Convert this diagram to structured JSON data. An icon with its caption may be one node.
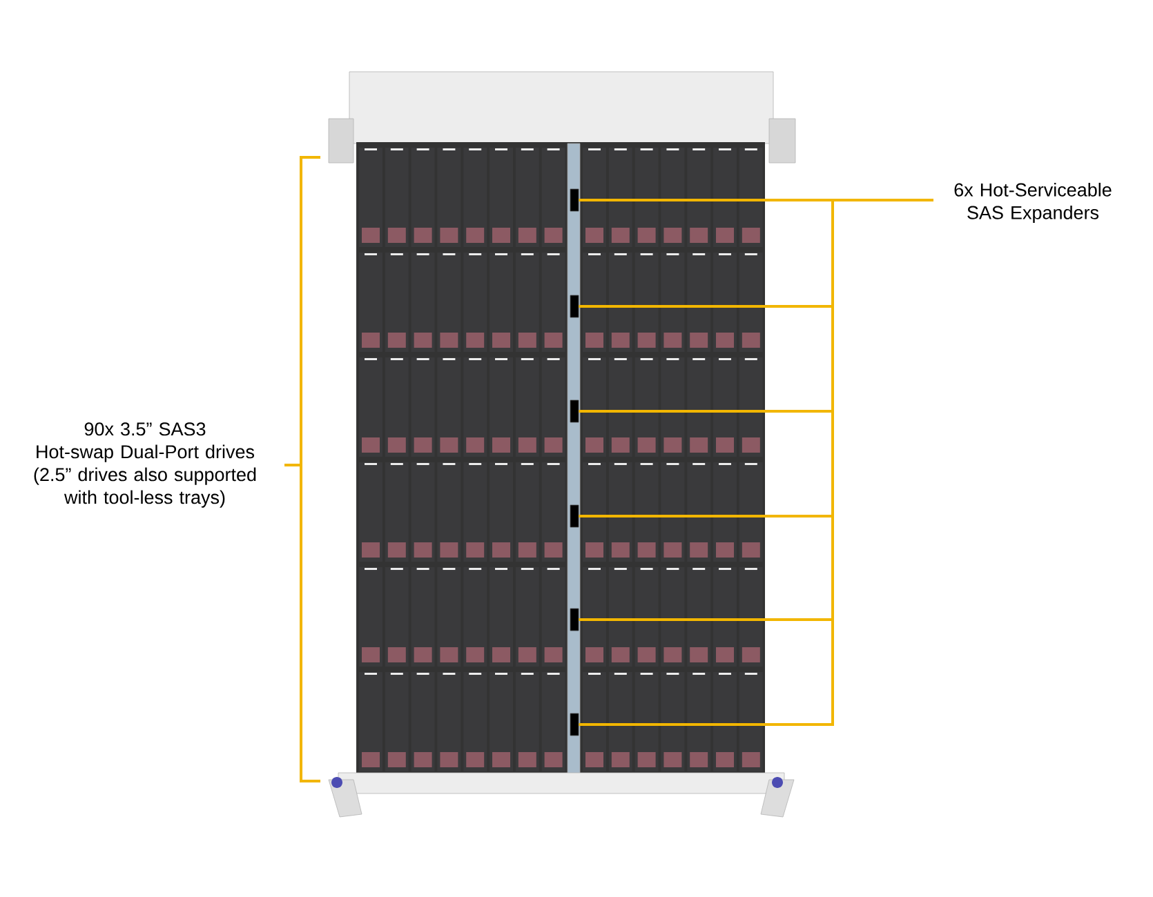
{
  "diagram": {
    "nodes": [
      {
        "text": [
          "90x 3.5” SAS3",
          "Hot-swap Dual-Port drives",
          "(2.5” drives also supported with tool-less trays)"
        ]
      },
      {
        "text": [
          "6x Hot-Serviceable SAS Expanders"
        ]
      },
      {
        "text": [],
        "shape": "box"
      },
      {
        "text": [],
        "shape": "box"
      },
      {
        "text": [],
        "shape": "box"
      },
      {
        "text": [],
        "shape": "box"
      },
      {
        "text": [],
        "shape": "box"
      },
      {
        "text": [],
        "shape": "box"
      }
    ],
    "edges": [
      {
        "from": 1,
        "to": 2,
        "arrow": "none"
      },
      {
        "from": 1,
        "to": 3,
        "arrow": "none"
      },
      {
        "from": 1,
        "to": 4,
        "arrow": "none"
      },
      {
        "from": 1,
        "to": 5,
        "arrow": "none"
      },
      {
        "from": 1,
        "to": 6,
        "arrow": "none"
      },
      {
        "from": 1,
        "to": 7,
        "arrow": "none"
      }
    ]
  }
}
